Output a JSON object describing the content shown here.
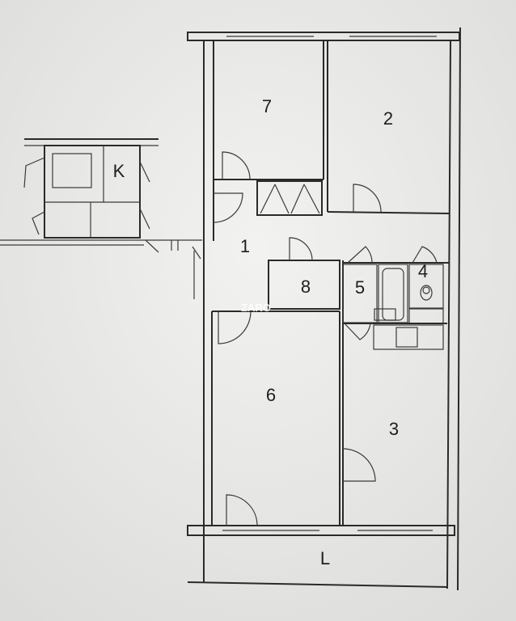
{
  "rooms": [
    {
      "id": "7",
      "label": "7"
    },
    {
      "id": "2",
      "label": "2"
    },
    {
      "id": "K",
      "label": "K"
    },
    {
      "id": "1",
      "label": "1"
    },
    {
      "id": "8",
      "label": "8"
    },
    {
      "id": "5",
      "label": "5"
    },
    {
      "id": "4",
      "label": "4"
    },
    {
      "id": "6",
      "label": "6"
    },
    {
      "id": "3",
      "label": "3"
    },
    {
      "id": "L",
      "label": "L"
    }
  ],
  "watermark": "ZARO",
  "colors": {
    "paper": "#e9e9e7",
    "lines": "#2a2a2a"
  }
}
